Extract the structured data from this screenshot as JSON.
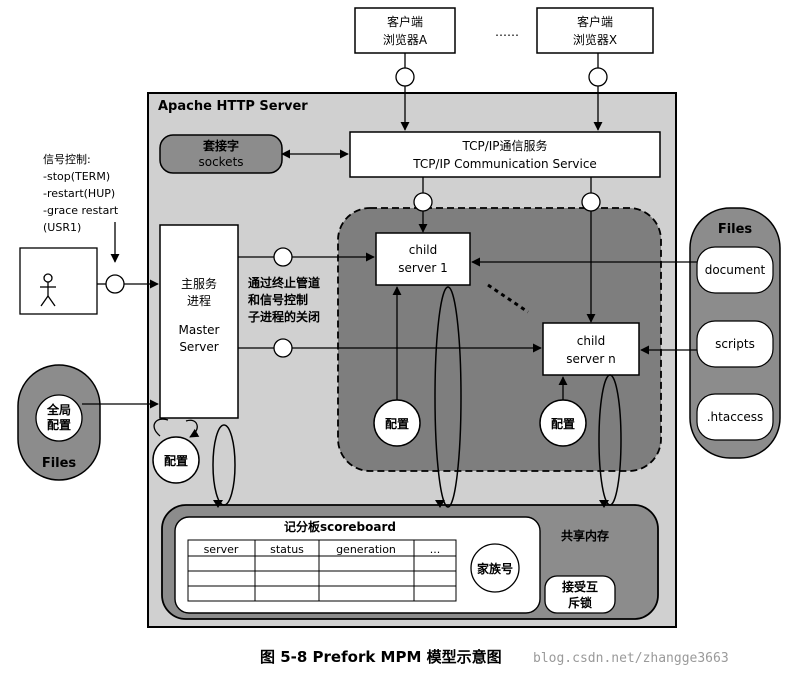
{
  "client_a": [
    "客户端",
    "浏览器A"
  ],
  "client_dots": "……",
  "client_x": [
    "客户端",
    "浏览器X"
  ],
  "server_title": "Apache HTTP Server",
  "sockets": [
    "套接字",
    "sockets"
  ],
  "tcpip": [
    "TCP/IP通信服务",
    "TCP/IP Communication Service"
  ],
  "signal": [
    "信号控制:",
    "-stop(TERM)",
    "-restart(HUP)",
    "-grace restart",
    "(USR1)"
  ],
  "master": [
    "主服务",
    "进程",
    "Master",
    "Server"
  ],
  "pipe_note": [
    "通过终止管道",
    "和信号控制",
    "子进程的关闭"
  ],
  "child1": [
    "child",
    "server 1"
  ],
  "childn": [
    "child",
    "server n"
  ],
  "config": "配置",
  "global_config": [
    "全局",
    "配置"
  ],
  "files_left": "Files",
  "files_right": {
    "title": "Files",
    "items": [
      "document",
      "scripts",
      ".htaccess"
    ]
  },
  "shared_memory": "共享内存",
  "scoreboard": {
    "title": "记分板scoreboard",
    "columns": [
      "server",
      "status",
      "generation",
      "..."
    ]
  },
  "family": "家族号",
  "accept_mutex": [
    "接受互",
    "斥锁"
  ],
  "caption": "图 5-8   Prefork MPM 模型示意图",
  "watermark": "blog.csdn.net/zhangge3663"
}
